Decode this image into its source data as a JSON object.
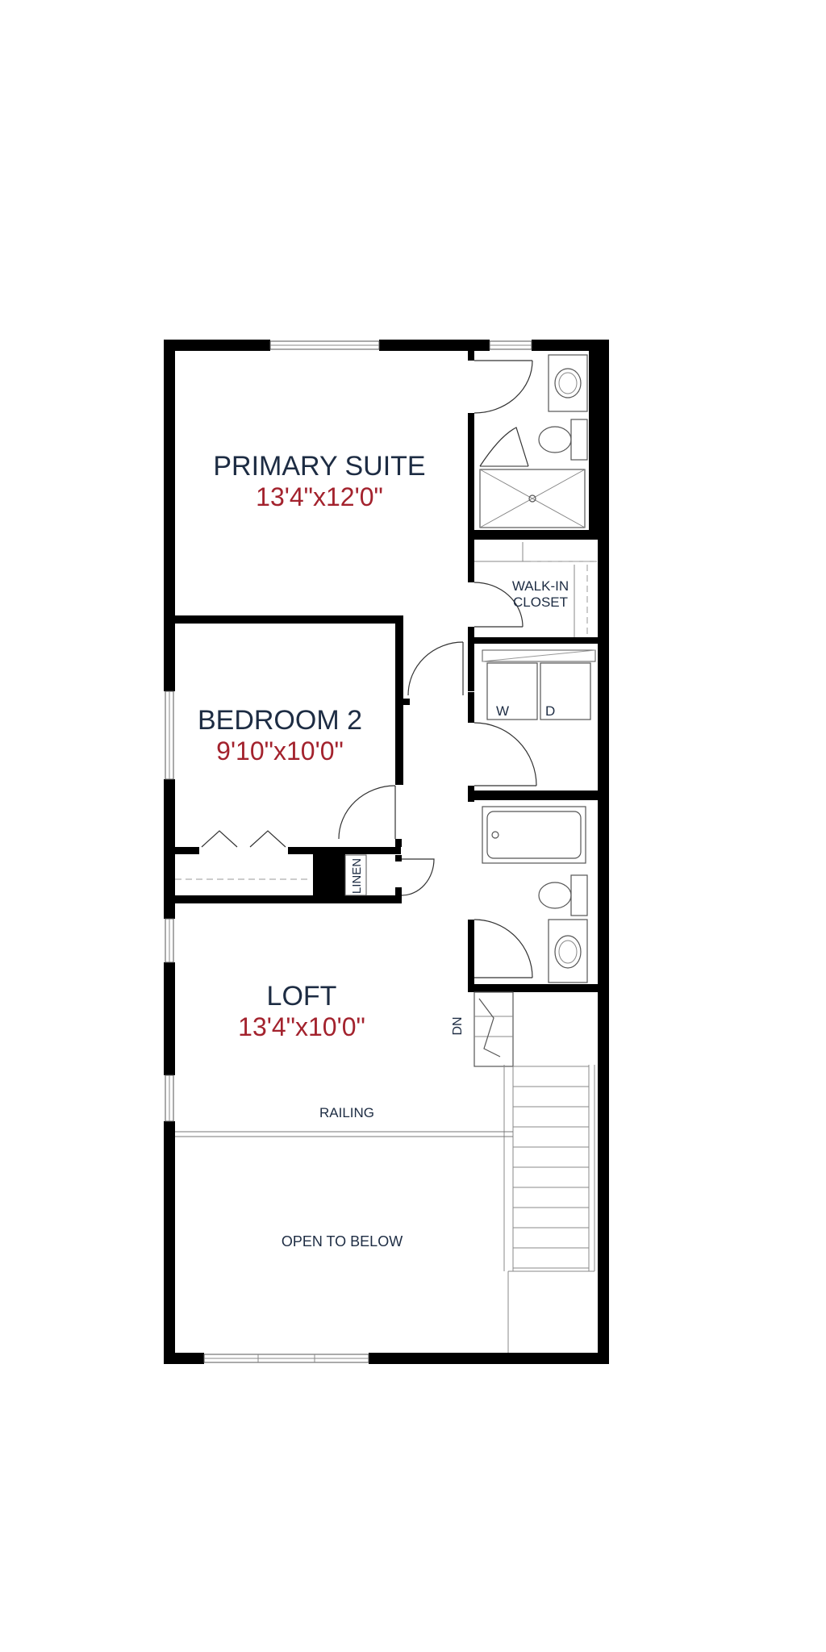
{
  "rooms": {
    "primary_suite": {
      "name": "PRIMARY SUITE",
      "dims": "13'4\"x12'0\""
    },
    "bedroom_2": {
      "name": "BEDROOM 2",
      "dims": "9'10\"x10'0\""
    },
    "loft": {
      "name": "LOFT",
      "dims": "13'4\"x10'0\""
    }
  },
  "labels": {
    "walk_in_line1": "WALK-IN",
    "walk_in_line2": "CLOSET",
    "washer": "W",
    "dryer": "D",
    "linen": "LINEN",
    "stairs_down": "DN",
    "railing": "RAILING",
    "open_to_below": "OPEN TO BELOW"
  },
  "colors": {
    "wall": "#000000",
    "room_name": "#1d2c43",
    "room_dims": "#a3222d"
  }
}
